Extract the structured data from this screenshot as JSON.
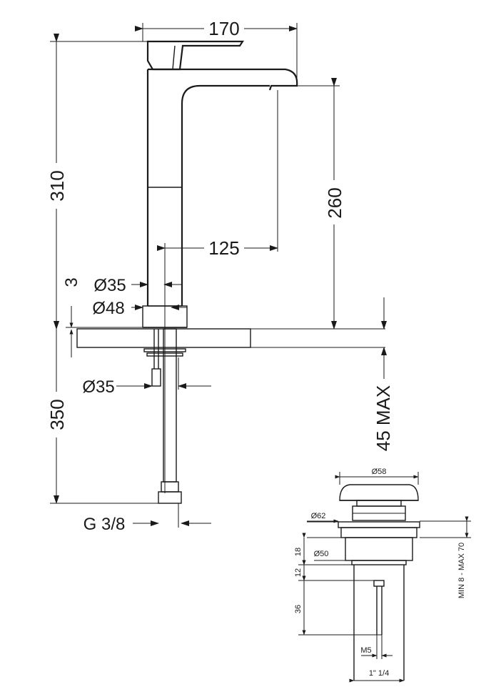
{
  "mixer": {
    "dim_total_width": "170",
    "dim_total_height": "310",
    "dim_spout_height": "260",
    "dim_spout_reach": "125",
    "dim_base_gap": "3",
    "dim_body_diameter": "Ø35",
    "dim_base_diameter": "Ø48",
    "dim_shank_diameter": "Ø35",
    "dim_hose_length": "350",
    "dim_connection": "G 3/8",
    "dim_max_thickness": "45 MAX"
  },
  "waste": {
    "dim_cap_diameter": "Ø58",
    "dim_flange_diameter": "Ø62",
    "dim_body_diameter": "Ø50",
    "dim_body_height": "18",
    "dim_mid_height": "12",
    "dim_rod_length": "36",
    "dim_thread": "M5",
    "dim_outlet": "1\" 1/4",
    "dim_range": "MIN 8 - MAX 70"
  }
}
